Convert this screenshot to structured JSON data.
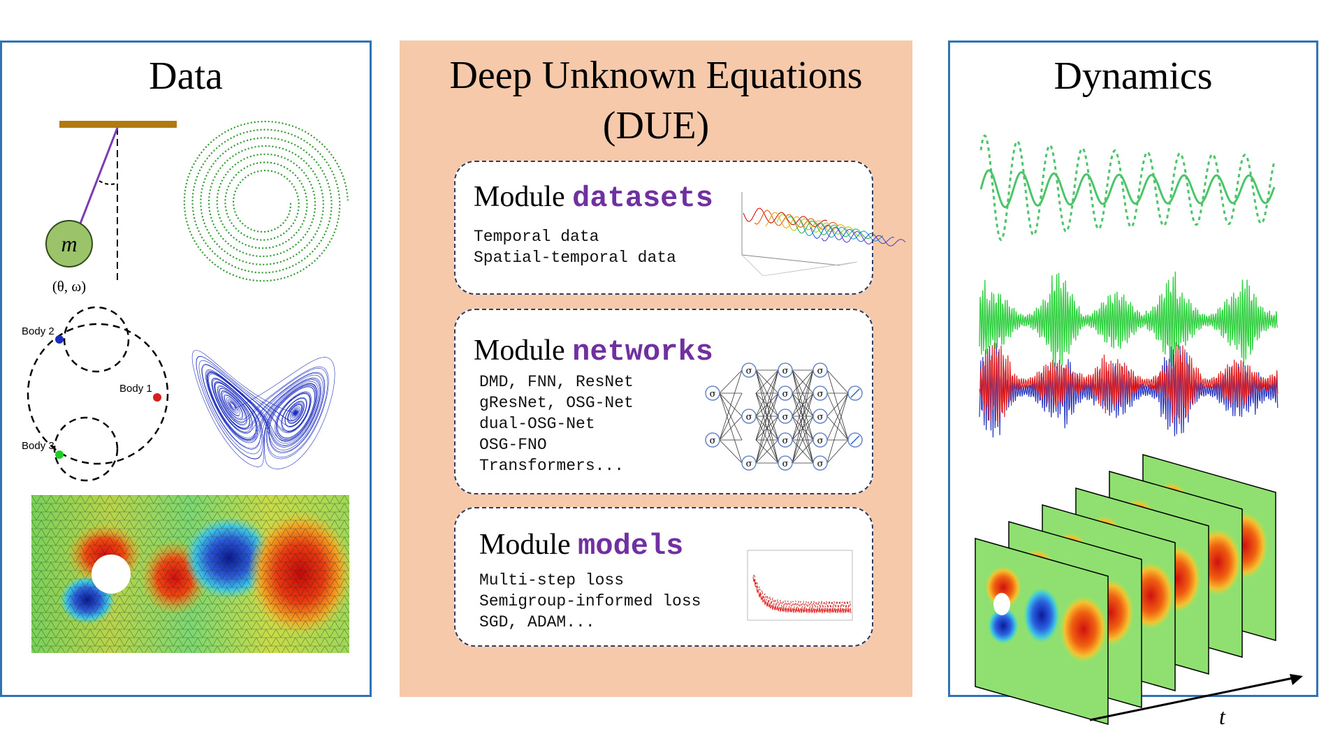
{
  "data_panel": {
    "title": "Data",
    "pendulum": {
      "mass_label": "m",
      "state_label": "(θ, ω)"
    },
    "three_body": {
      "body1": "Body 1",
      "body2": "Body 2",
      "body3": "Body 3"
    }
  },
  "due_panel": {
    "title_line1": "Deep Unknown Equations",
    "title_line2": "(DUE)",
    "modules": [
      {
        "prefix": "Module",
        "keyword": "datasets",
        "items": [
          "Temporal data",
          "Spatial-temporal data"
        ]
      },
      {
        "prefix": "Module",
        "keyword": "networks",
        "items": [
          "DMD, FNN, ResNet",
          "gResNet, OSG-Net",
          "dual-OSG-Net",
          "OSG-FNO",
          "Transformers..."
        ]
      },
      {
        "prefix": "Module",
        "keyword": "models",
        "items": [
          "Multi-step loss",
          "Semigroup-informed loss",
          "SGD, ADAM..."
        ]
      }
    ],
    "network_node_label": "σ"
  },
  "dynamics_panel": {
    "title": "Dynamics",
    "time_axis_label": "t"
  },
  "colors": {
    "panel_border": "#2f73b5",
    "due_background": "#f5c9a9",
    "keyword": "#7030a0",
    "spiral": "#2e9a2e",
    "lorenz": "#1f2fbf",
    "oscillation": "#4cc46a"
  }
}
